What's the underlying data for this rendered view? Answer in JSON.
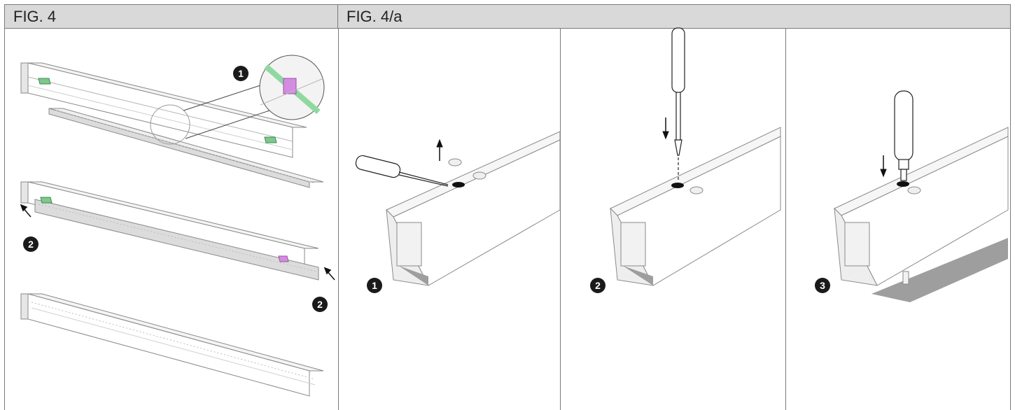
{
  "figures": {
    "left": {
      "title": "FIG. 4"
    },
    "right": {
      "title": "FIG. 4/a"
    }
  },
  "steps": {
    "left_connector": "1",
    "left_insert_a": "2",
    "left_insert_b": "2",
    "panel1": "1",
    "panel2": "2",
    "panel3": "3"
  },
  "colors": {
    "header_bg": "#d9d9d9",
    "border": "#7a7a7a",
    "badge": "#1a1a1a",
    "connector_green": "#8fd9a0",
    "connector_pink": "#d38de0",
    "shadow": "#9e9e9e"
  }
}
